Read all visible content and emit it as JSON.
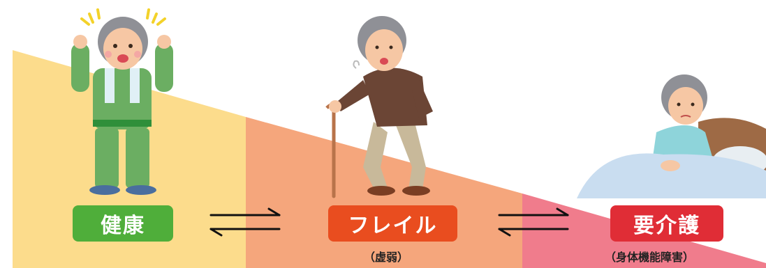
{
  "stages": [
    {
      "label": "健康",
      "color": "#4fae3a",
      "sub": ""
    },
    {
      "label": "フレイル",
      "color": "#e94d1f",
      "sub": "（虚弱）"
    },
    {
      "label": "要介護",
      "color": "#e02d36",
      "sub": "（身体機能障害）"
    }
  ],
  "band_colors": [
    "#fcdc8c",
    "#f5a67c",
    "#f07c8c"
  ],
  "icons": {
    "healthy": "healthy-elderly-man-icon",
    "frail": "frail-elderly-man-with-cane-icon",
    "care": "bedridden-elderly-person-icon",
    "arrows": "bidirectional-arrows-icon"
  }
}
